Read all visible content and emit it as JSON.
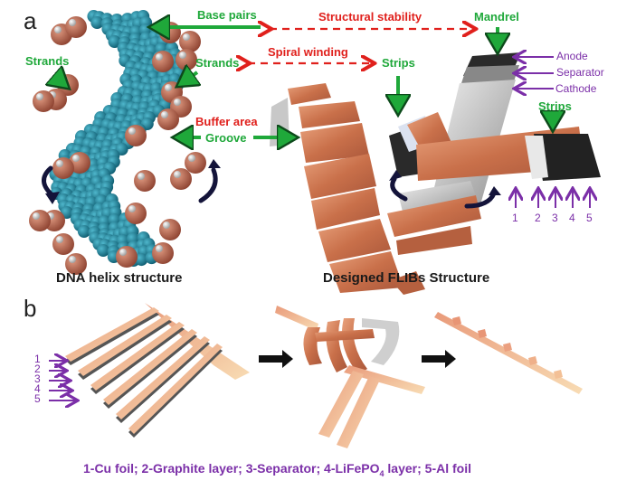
{
  "figure": {
    "panel_a": {
      "letter": "a",
      "labels": {
        "base_pairs": "Base pairs",
        "structural_stability": "Structural stability",
        "mandrel": "Mandrel",
        "strands_left": "Strands",
        "strands_right": "Strands",
        "spiral_winding": "Spiral winding",
        "strips_top": "Strips",
        "anode": "Anode",
        "separator": "Separator",
        "cathode": "Cathode",
        "strips_right": "Strips",
        "buffer_area": "Buffer area",
        "groove": "Groove"
      },
      "layer_numbers": [
        "1",
        "2",
        "3",
        "4",
        "5"
      ],
      "caption_left": "DNA helix structure",
      "caption_right": "Designed FLIBs Structure"
    },
    "panel_b": {
      "letter": "b",
      "layer_numbers": [
        "1",
        "2",
        "3",
        "4",
        "5"
      ],
      "legend_parts": {
        "p1": "1-Cu foil; 2-Graphite layer; 3-Separator; 4-LiFePO",
        "sub": "4",
        "p2": " layer; 5-Al foil"
      }
    },
    "colors": {
      "green_label": "#1fa83a",
      "red_label": "#e0201c",
      "purple_label": "#7b2fa8",
      "copper": "#d9865f",
      "dna_teal": "#1e7f95",
      "dna_brown": "#b8624a"
    }
  }
}
